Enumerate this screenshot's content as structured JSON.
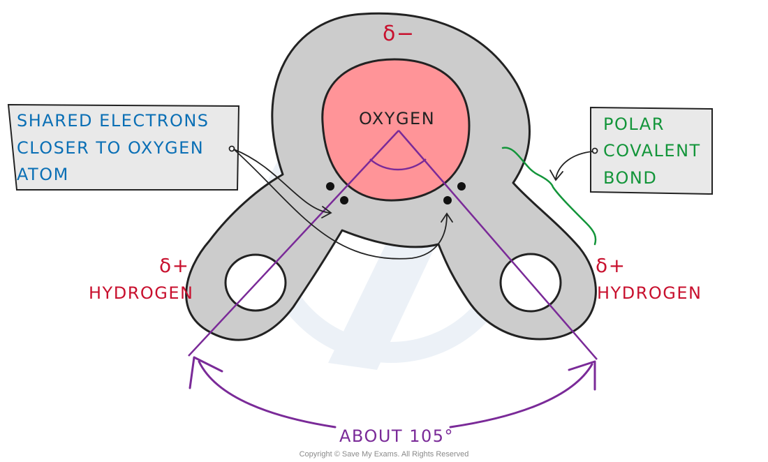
{
  "labels": {
    "oxygen": "OXYGEN",
    "delta_minus": "δ−",
    "delta_plus": "δ+",
    "hydrogen": "HYDROGEN",
    "angle": "ABOUT 105°",
    "shared_electrons": [
      "SHARED ELECTRONS",
      "CLOSER TO OXYGEN",
      "ATOM"
    ],
    "polar_bond": [
      "POLAR",
      "COVALENT",
      "BOND"
    ],
    "copyright": "Copyright © Save My Exams. All Rights Reserved"
  },
  "colors": {
    "molecule_fill": "#cccccc",
    "oxygen_fill": "#ff9498",
    "outline": "#222222",
    "charge_red": "#c8102e",
    "note_blue": "#0a6fb5",
    "note_green": "#13953a",
    "angle_purple": "#7a2a98",
    "note_box_fill": "#e9e9e9"
  }
}
